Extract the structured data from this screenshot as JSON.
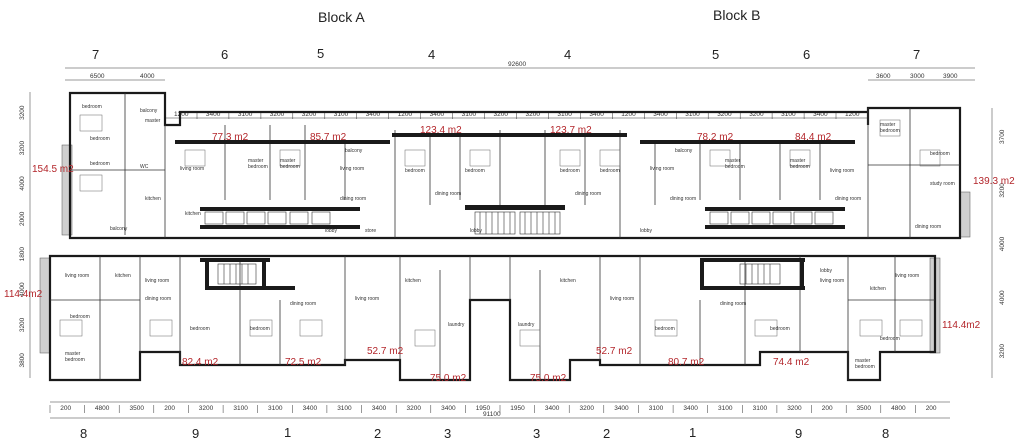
{
  "blocks": {
    "a": "Block A",
    "b": "Block B"
  },
  "top_axes": [
    "7",
    "6",
    "5",
    "4",
    "4",
    "5",
    "6",
    "7"
  ],
  "bottom_axes": [
    "8",
    "9",
    "1",
    "2",
    "3",
    "3",
    "2",
    "1",
    "9",
    "8"
  ],
  "overall": {
    "top": "92600",
    "bottom": "91100"
  },
  "top_dims_left": [
    "6500",
    "4000"
  ],
  "top_dims_right": [
    "3600",
    "3000",
    "3900"
  ],
  "top_row_dims": [
    "1200",
    "3400",
    "3100",
    "3200",
    "3200",
    "3100",
    "3400",
    "1200",
    "3400",
    "3100",
    "3200",
    "3200",
    "3100",
    "3400",
    "1200",
    "3400",
    "3100",
    "3200",
    "3200",
    "3100",
    "3400",
    "1200"
  ],
  "bottom_row_dims": [
    "200",
    "4800",
    "3500",
    "200",
    "3200",
    "3100",
    "3100",
    "3400",
    "3100",
    "3400",
    "3200",
    "3400",
    "1950",
    "1950",
    "3400",
    "3200",
    "3400",
    "3100",
    "3400",
    "3100",
    "3100",
    "3200",
    "200",
    "3500",
    "4800",
    "200"
  ],
  "left_dims": [
    "3200",
    "3200",
    "4000",
    "2000",
    "1800",
    "4000",
    "3200",
    "3800"
  ],
  "right_dims": [
    "3700",
    "3200",
    "4000",
    "4000",
    "3200"
  ],
  "areas": {
    "a_left_top": "154.5 m2",
    "a_top_1": "77.3 m2",
    "a_top_2": "85.7 m2",
    "a_top_3": "123.4 m2",
    "b_top_1": "123.7 m2",
    "b_top_2": "78.2 m2",
    "b_top_3": "84.4 m2",
    "b_right_top": "139.3 m2",
    "a_left_bottom": "114.4m2",
    "a_bot_1": "82.4 m2",
    "a_bot_2": "72.5 m2",
    "a_bot_3": "52.7 m2",
    "a_bot_4": "75.0 m2",
    "b_bot_4": "75.0 m2",
    "b_bot_3": "52.7 m2",
    "b_bot_2": "80.7 m2",
    "b_bot_1": "74.4 m2",
    "b_right_bottom": "114.4m2"
  },
  "rooms": {
    "bedroom": "bedroom",
    "master": "master",
    "living": "living room",
    "dining": "dining room",
    "kitchen": "kitchen",
    "wc": "WC",
    "balcony": "balcony",
    "lobby": "lobby",
    "laundry": "laundry",
    "study": "study room",
    "store": "store"
  }
}
